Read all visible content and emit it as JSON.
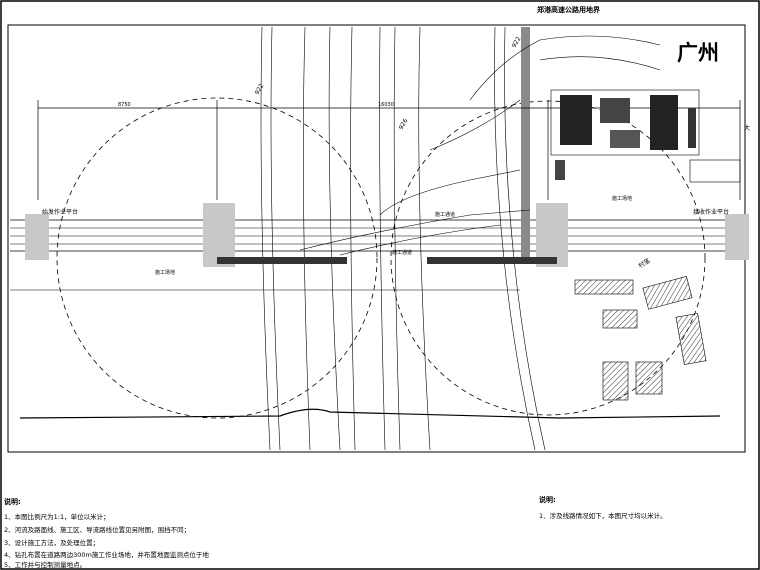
{
  "drawing": {
    "top_title": "郑港高速公路用地界",
    "city": "广州",
    "dim_left": "8750",
    "dim_right": "16030",
    "station_labels": [
      "922",
      "922",
      "926"
    ],
    "left_platform_label": "始发作业平台",
    "right_platform_label": "接收作业平台",
    "left_yard_label": "施工场地",
    "right_yard_label": "施工场地",
    "channel_label_1": "施工通道",
    "channel_label_2": "施工通道",
    "right_arrow_label": "大",
    "right_village_label": "村落"
  },
  "notes_left": {
    "heading": "说明:",
    "lines": [
      "1、本图比例尺为1:1，单位以米计；",
      "2、河流及路面线、施工区、导流路线位置见另附图，围挡不同；",
      "3、设计施工方法，及处理位置；",
      "4、钻孔布置在道路两边300m施工作业场地，并布置地面监测点位于地",
      "5、工作井与控制测量地点。"
    ]
  },
  "notes_right": {
    "heading": "说明:",
    "lines": [
      "1．涉及线路情况如下，本图尺寸均以米计。"
    ]
  }
}
